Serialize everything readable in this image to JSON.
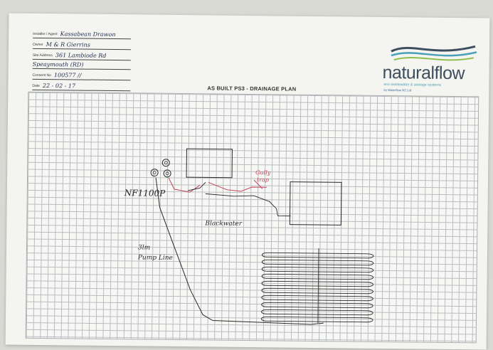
{
  "form": {
    "installer_label": "Installer / Agent",
    "installer_value": "Kassabean Drawon",
    "owner_label": "Owner",
    "owner_value": "M & R Gierrins",
    "site_label": "Site Address",
    "site_value_1": "361 Lambiode Rd",
    "site_value_2": "Speaymouth (RD)",
    "consent_label": "Consent No",
    "consent_value": "100577 //",
    "date_label": "Date",
    "date_value": "22 - 02 - 17"
  },
  "plan_title": "AS BUILT PS3 - DRAINAGE PLAN",
  "logo": {
    "name": "naturalflow",
    "tagline": "eco wastewater & sewage systems",
    "subtitle": "by Waterflow NZ Ltd"
  },
  "drawing": {
    "unit_label": "NF1100P",
    "pump_label_1": "3lm",
    "pump_label_2": "Pump Line",
    "overflow_label": "Blackwater",
    "gully_label_1": "Gully",
    "gully_label_2": "trap"
  },
  "colors": {
    "pen": "#2a2a2a",
    "red_pen": "#c2405a",
    "logo_text": "#3d4e5e",
    "logo_accent": "#4aa0b8"
  }
}
